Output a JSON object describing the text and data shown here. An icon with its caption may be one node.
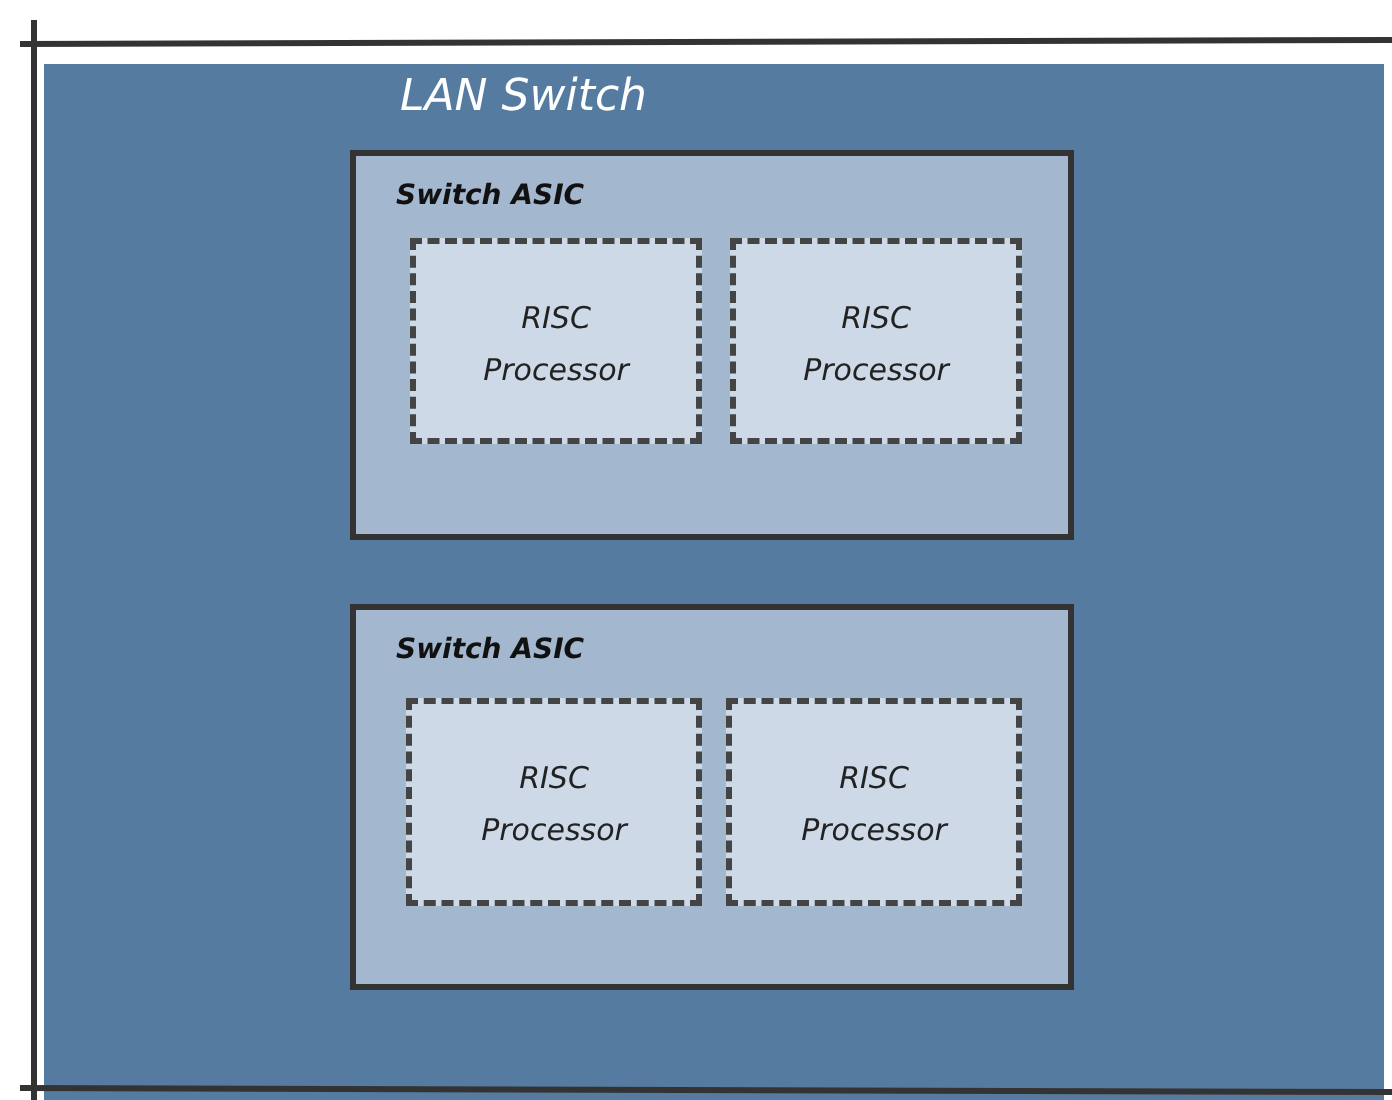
{
  "diagram": {
    "nodes": [
      {
        "text": [
          "LAN Switch"
        ]
      },
      {
        "text": [
          "Switch ASIC"
        ],
        "in": 0
      },
      {
        "text": [
          "RISC Processor"
        ],
        "in": 1
      },
      {
        "text": [
          "RISC Processor"
        ],
        "in": 1
      },
      {
        "text": [
          "Switch ASIC"
        ],
        "in": 0
      },
      {
        "text": [
          "RISC Processor"
        ],
        "in": 4
      },
      {
        "text": [
          "RISC Processor"
        ],
        "in": 4
      }
    ]
  }
}
